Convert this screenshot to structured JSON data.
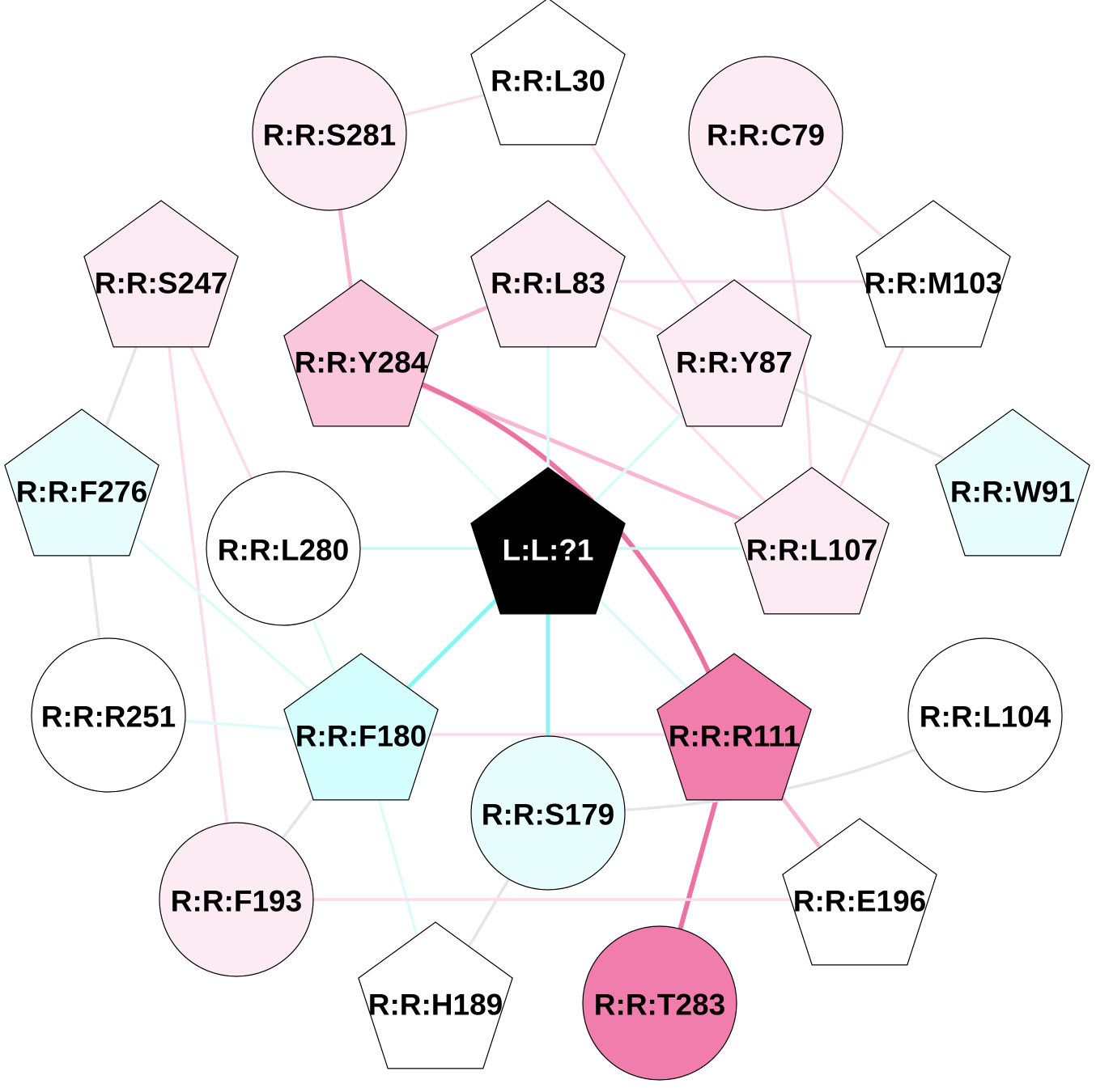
{
  "nodes": [
    {
      "id": "L1",
      "label": "L:L:?1",
      "shape": "pentagon",
      "fill": "#000000",
      "text_color": "#ffffff"
    },
    {
      "id": "L30",
      "label": "R:R:L30",
      "shape": "pentagon",
      "fill": "#ffffff",
      "text_color": "#000000"
    },
    {
      "id": "S281",
      "label": "R:R:S281",
      "shape": "circle",
      "fill": "#fdebf3",
      "text_color": "#000000"
    },
    {
      "id": "C79",
      "label": "R:R:C79",
      "shape": "circle",
      "fill": "#fdebf3",
      "text_color": "#000000"
    },
    {
      "id": "S247",
      "label": "R:R:S247",
      "shape": "pentagon",
      "fill": "#fdebf3",
      "text_color": "#000000"
    },
    {
      "id": "L83",
      "label": "R:R:L83",
      "shape": "pentagon",
      "fill": "#fdebf3",
      "text_color": "#000000"
    },
    {
      "id": "M103",
      "label": "R:R:M103",
      "shape": "pentagon",
      "fill": "#ffffff",
      "text_color": "#000000"
    },
    {
      "id": "Y284",
      "label": "R:R:Y284",
      "shape": "pentagon",
      "fill": "#f9c6dc",
      "text_color": "#000000"
    },
    {
      "id": "Y87",
      "label": "R:R:Y87",
      "shape": "pentagon",
      "fill": "#fdebf3",
      "text_color": "#000000"
    },
    {
      "id": "F276",
      "label": "R:R:F276",
      "shape": "pentagon",
      "fill": "#e8fdfd",
      "text_color": "#000000"
    },
    {
      "id": "W91",
      "label": "R:R:W91",
      "shape": "pentagon",
      "fill": "#e8fdfd",
      "text_color": "#000000"
    },
    {
      "id": "L280",
      "label": "R:R:L280",
      "shape": "circle",
      "fill": "#ffffff",
      "text_color": "#000000"
    },
    {
      "id": "L107",
      "label": "R:R:L107",
      "shape": "pentagon",
      "fill": "#fdebf3",
      "text_color": "#000000"
    },
    {
      "id": "R251",
      "label": "R:R:R251",
      "shape": "circle",
      "fill": "#ffffff",
      "text_color": "#000000"
    },
    {
      "id": "F180",
      "label": "R:R:F180",
      "shape": "pentagon",
      "fill": "#d4fefe",
      "text_color": "#000000"
    },
    {
      "id": "R111",
      "label": "R:R:R111",
      "shape": "pentagon",
      "fill": "#f07dab",
      "text_color": "#000000"
    },
    {
      "id": "L104",
      "label": "R:R:L104",
      "shape": "circle",
      "fill": "#ffffff",
      "text_color": "#000000"
    },
    {
      "id": "S179",
      "label": "R:R:S179",
      "shape": "circle",
      "fill": "#e8fdfd",
      "text_color": "#000000"
    },
    {
      "id": "F193",
      "label": "R:R:F193",
      "shape": "circle",
      "fill": "#fdebf3",
      "text_color": "#000000"
    },
    {
      "id": "E196",
      "label": "R:R:E196",
      "shape": "pentagon",
      "fill": "#ffffff",
      "text_color": "#000000"
    },
    {
      "id": "H189",
      "label": "R:R:H189",
      "shape": "pentagon",
      "fill": "#ffffff",
      "text_color": "#000000"
    },
    {
      "id": "T283",
      "label": "R:R:T283",
      "shape": "circle",
      "fill": "#f07dab",
      "text_color": "#000000"
    }
  ],
  "edges": [
    {
      "from": "S281",
      "to": "L30",
      "color": "#fcdce8",
      "weight": 1
    },
    {
      "from": "L30",
      "to": "Y87",
      "color": "#fcdce8",
      "weight": 1
    },
    {
      "from": "S281",
      "to": "Y284",
      "color": "#f7b9d2",
      "weight": 2
    },
    {
      "from": "C79",
      "to": "M103",
      "color": "#fcdce8",
      "weight": 1
    },
    {
      "from": "C79",
      "to": "L107",
      "color": "#fcdce8",
      "weight": 1
    },
    {
      "from": "L83",
      "to": "M103",
      "color": "#fcdce8",
      "weight": 1
    },
    {
      "from": "L83",
      "to": "Y284",
      "color": "#f7b9d2",
      "weight": 2
    },
    {
      "from": "L83",
      "to": "Y87",
      "color": "#fcdce8",
      "weight": 1
    },
    {
      "from": "L83",
      "to": "L107",
      "color": "#fcdce8",
      "weight": 1
    },
    {
      "from": "M103",
      "to": "L107",
      "color": "#fcdce8",
      "weight": 1
    },
    {
      "from": "Y87",
      "to": "W91",
      "color": "#e5e5e5",
      "weight": 1
    },
    {
      "from": "Y284",
      "to": "L107",
      "color": "#f7b9d2",
      "weight": 2
    },
    {
      "from": "Y284",
      "to": "R111",
      "color": "#ec72a4",
      "weight": 3
    },
    {
      "from": "S247",
      "to": "F276",
      "color": "#e5e5e5",
      "weight": 1
    },
    {
      "from": "S247",
      "to": "L280",
      "color": "#fcdce8",
      "weight": 1
    },
    {
      "from": "S247",
      "to": "F193",
      "color": "#fcdce8",
      "weight": 1
    },
    {
      "from": "F276",
      "to": "R251",
      "color": "#e5e5e5",
      "weight": 1
    },
    {
      "from": "F276",
      "to": "F180",
      "color": "#dffafa",
      "weight": 1
    },
    {
      "from": "L280",
      "to": "F180",
      "color": "#dffafa",
      "weight": 1
    },
    {
      "from": "R251",
      "to": "F180",
      "color": "#dffafa",
      "weight": 1
    },
    {
      "from": "F180",
      "to": "R111",
      "color": "#fcdce8",
      "weight": 1
    },
    {
      "from": "F180",
      "to": "F193",
      "color": "#e5e5e5",
      "weight": 1
    },
    {
      "from": "F180",
      "to": "H189",
      "color": "#dffafa",
      "weight": 1
    },
    {
      "from": "R111",
      "to": "T283",
      "color": "#ec72a4",
      "weight": 3
    },
    {
      "from": "R111",
      "to": "E196",
      "color": "#f7b9d2",
      "weight": 2
    },
    {
      "from": "S179",
      "to": "L104",
      "color": "#e5e5e5",
      "weight": 1
    },
    {
      "from": "S179",
      "to": "H189",
      "color": "#e5e5e5",
      "weight": 1
    },
    {
      "from": "F193",
      "to": "E196",
      "color": "#fcdce8",
      "weight": 1
    },
    {
      "from": "L1",
      "to": "L83",
      "color": "#d7fbfb",
      "weight": 1
    },
    {
      "from": "L1",
      "to": "Y87",
      "color": "#d7fbfb",
      "weight": 1
    },
    {
      "from": "L1",
      "to": "Y284",
      "color": "#e5fbfb",
      "weight": 1
    },
    {
      "from": "L1",
      "to": "L280",
      "color": "#c8f7f7",
      "weight": 1
    },
    {
      "from": "L1",
      "to": "L107",
      "color": "#c8f7f7",
      "weight": 1
    },
    {
      "from": "L1",
      "to": "F180",
      "color": "#7ff8f8",
      "weight": 2
    },
    {
      "from": "L1",
      "to": "S179",
      "color": "#90f3f3",
      "weight": 2
    },
    {
      "from": "L1",
      "to": "R111",
      "color": "#d7fbfb",
      "weight": 1
    }
  ]
}
